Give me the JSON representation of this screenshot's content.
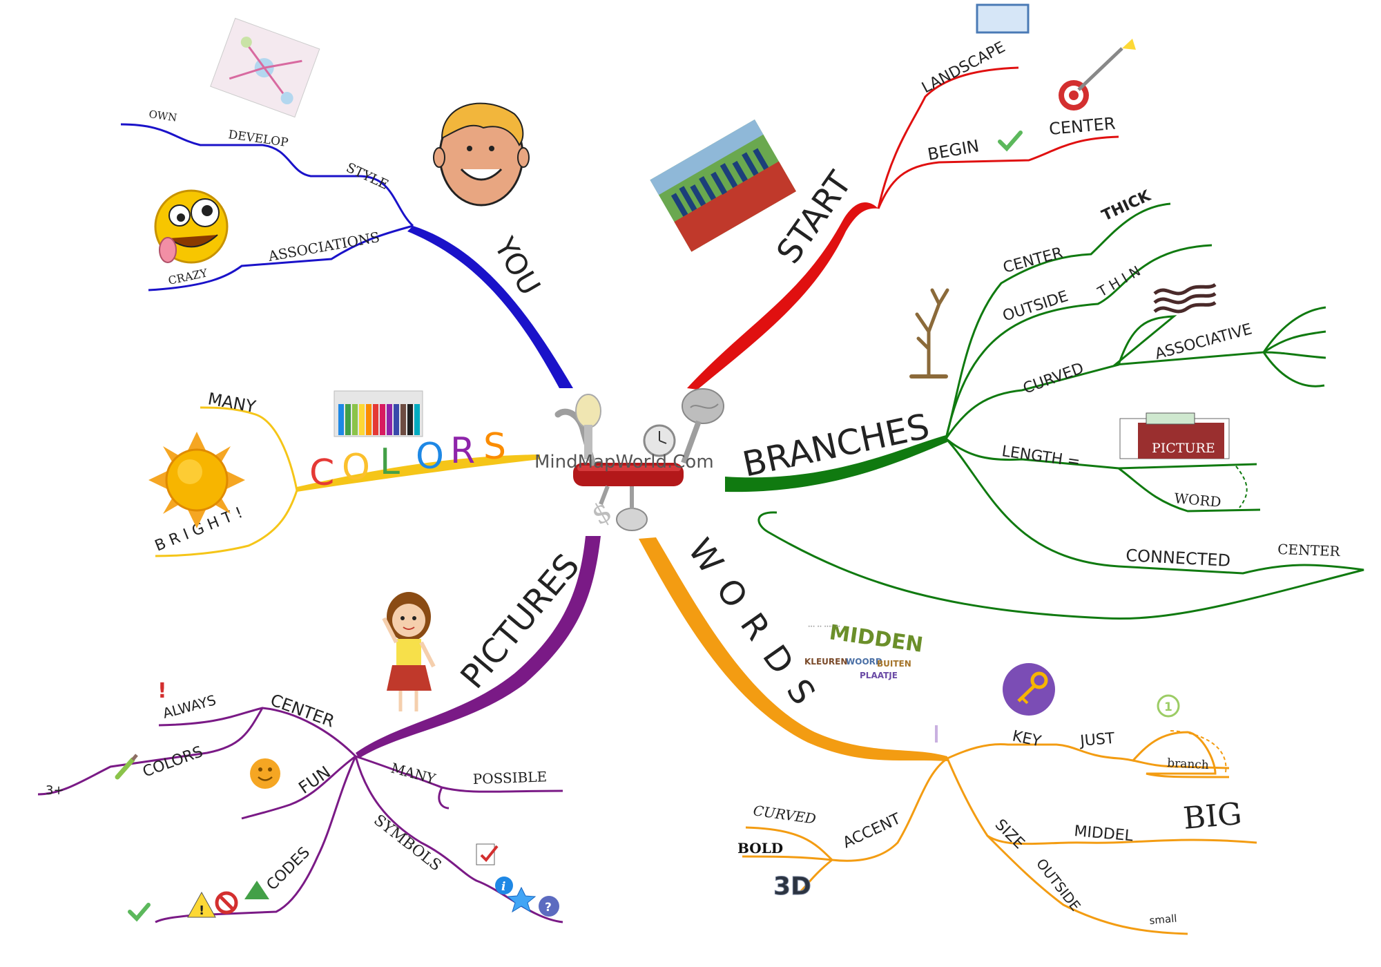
{
  "center": {
    "watermark": "MindMapWorld.Com"
  },
  "colors": {
    "you": "#1a12c9",
    "start": "#e01010",
    "branches": "#107a10",
    "words": "#f39c12",
    "pictures": "#7a1a86",
    "colors_branch": "#f5c518"
  },
  "you": {
    "title": "YOU",
    "own": "OWN",
    "develop": "DEVELOP",
    "style": "STYLE",
    "associations": "ASSOCIATIONS",
    "crazy": "CRAZY"
  },
  "start": {
    "title": "START",
    "landscape": "LANDSCAPE",
    "begin": "BEGIN",
    "center": "CENTER"
  },
  "branches": {
    "title": "BRANCHES",
    "center": "CENTER",
    "thick": "THICK",
    "outside": "OUTSIDE",
    "thin": "T H I N",
    "curved": "CURVED",
    "associative": "ASSOCIATIVE",
    "length": "LENGTH =",
    "picture": "PICTURE",
    "word": "WORD",
    "connected": "CONNECTED",
    "center2": "CENTER"
  },
  "colors_branch": {
    "title_letters": [
      "C",
      "O",
      "L",
      "O",
      "R",
      "S"
    ],
    "letter_colors": [
      "#e53935",
      "#fbc02d",
      "#43a047",
      "#1e88e5",
      "#8e24aa",
      "#fb8c00"
    ],
    "many": "MANY",
    "bright": "B R I G H T !"
  },
  "pictures": {
    "title": "PICTURES",
    "always": "ALWAYS",
    "center": "CENTER",
    "colors": "COLORS",
    "three_plus": "3+",
    "fun": "FUN",
    "many": "MANY",
    "possible": "POSSIBLE",
    "symbols": "SYMBOLS",
    "codes": "CODES"
  },
  "words": {
    "title": "W O R D S",
    "key": "KEY",
    "just": "JUST",
    "branch": "branch",
    "one": "1",
    "curved": "CURVED",
    "bold": "BOLD",
    "three_d": "3D",
    "accent": "ACCENT",
    "size": "SIZE",
    "middel": "MIDDEL",
    "big": "BIG",
    "outside": "OUTSIDE",
    "small": "small"
  },
  "word_cloud": [
    "MIDDEN",
    "KLEUREN",
    "WOORD",
    "BUITEN",
    "PLAATJE"
  ]
}
